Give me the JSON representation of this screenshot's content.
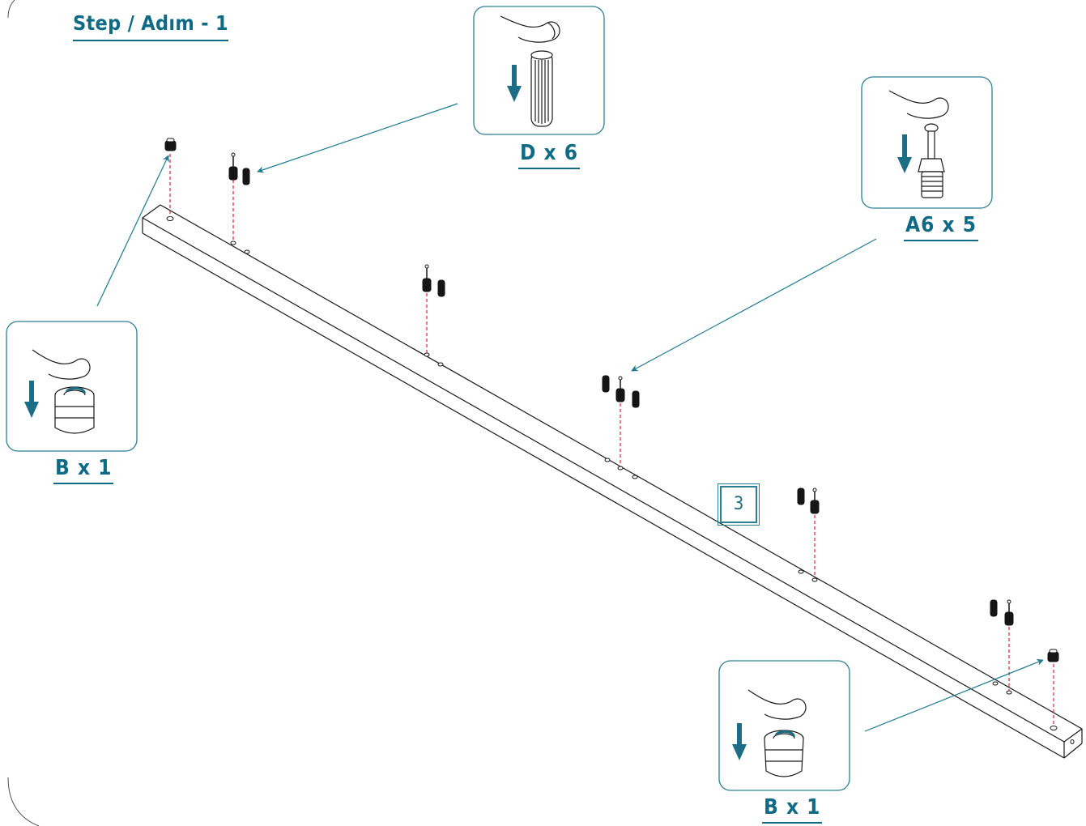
{
  "step": {
    "title": "Step / Adım - 1"
  },
  "callouts": [
    {
      "id": "D",
      "label": "D x 6",
      "icon": "dowel-icon"
    },
    {
      "id": "A6",
      "label": "A6 x 5",
      "icon": "cam-bolt-icon"
    },
    {
      "id": "B-left",
      "label": "B x 1",
      "icon": "cam-lock-icon"
    },
    {
      "id": "B-right",
      "label": "B x 1",
      "icon": "cam-lock-icon"
    }
  ],
  "part": {
    "number": "3"
  },
  "colors": {
    "accent": "#0f6b85",
    "guide_line": "#e0343c",
    "outline": "#1a1a1a"
  }
}
